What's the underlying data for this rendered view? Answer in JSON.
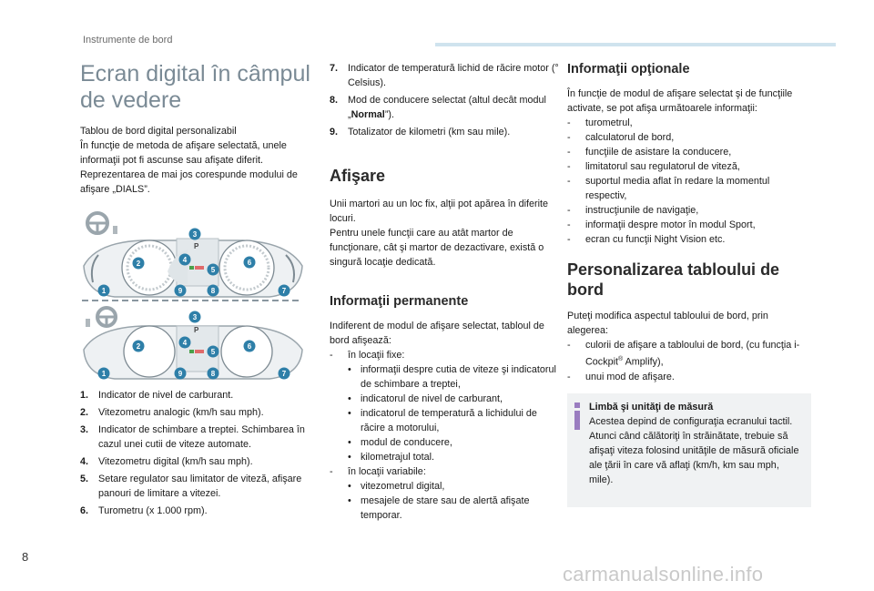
{
  "header": {
    "section": "Instrumente de bord",
    "page_number": "8"
  },
  "watermark": "carmanualsonline.info",
  "col1": {
    "title": "Ecran digital în câmpul de vedere",
    "intro": [
      "Tablou de bord digital personalizabil",
      "În funcţie de metoda de afişare selectată, unele informaţii pot fi ascunse sau afişate diferit.",
      "Reprezentarea de mai jos corespunde modului de afişare „DIALS”."
    ],
    "items": [
      {
        "n": "1.",
        "t": "Indicator de nivel de carburant."
      },
      {
        "n": "2.",
        "t": "Vitezometru analogic (km/h sau mph)."
      },
      {
        "n": "3.",
        "t": "Indicator de schimbare a treptei. Schimbarea în cazul unei cutii de viteze automate."
      },
      {
        "n": "4.",
        "t": "Vitezometru digital (km/h sau mph)."
      },
      {
        "n": "5.",
        "t": "Setare regulator sau limitator de viteză, afişare panouri de limitare a vitezei."
      },
      {
        "n": "6.",
        "t": "Turometru (x 1.000 rpm)."
      }
    ]
  },
  "col2": {
    "items": [
      {
        "n": "7.",
        "t": "Indicator de temperatură lichid de răcire motor (° Celsius)."
      },
      {
        "n": "8.",
        "pre": "Mod de conducere selectat (altul decât modul „",
        "bold": "Normal",
        "post": "”)."
      },
      {
        "n": "9.",
        "t": "Totalizator de kilometri (km sau mile)."
      }
    ],
    "afisare_title": "Afişare",
    "afisare_p1": "Unii martori au un loc fix, alţii pot apărea în diferite locuri.",
    "afisare_p2": "Pentru unele funcţii care au atât martor de funcţionare, cât şi martor de dezactivare, există o singură locaţie dedicată.",
    "perm_title": "Informaţii permanente",
    "perm_intro": "Indiferent de modul de afişare selectat, tabloul de bord afişează:",
    "fixed_label": "în locaţii fixe:",
    "fixed": [
      "informaţii despre cutia de viteze şi indicatorul de schimbare a treptei,",
      "indicatorul de nivel de carburant,",
      "indicatorul de temperatură a lichidului de răcire a motorului,",
      "modul de conducere,",
      "kilometrajul total."
    ],
    "variable_label": "în locaţii variabile:",
    "variable": [
      "vitezometrul digital,",
      "mesajele de stare sau de alertă afişate temporar."
    ]
  },
  "col3": {
    "opt_title": "Informaţii opţionale",
    "opt_intro": "În funcţie de modul de afişare selectat şi de funcţiile activate, se pot afişa următoarele informaţii:",
    "opt_items": [
      "turometrul,",
      "calculatorul de bord,",
      "funcţiile de asistare la conducere,",
      "limitatorul sau regulatorul de viteză,",
      "suportul media aflat în redare la momentul respectiv,",
      "instrucţiunile de navigaţie,",
      "informaţii despre motor în modul Sport,",
      "ecran cu funcţii Night Vision etc."
    ],
    "pers_title": "Personalizarea tabloului de bord",
    "pers_intro": "Puteţi modifica aspectul tabloului de bord, prin alegerea:",
    "pers_items": [
      {
        "pre": "culorii de afişare a tabloului de bord, (cu funcţia i-Cockpit",
        "sup": "®",
        "post": " Amplify),"
      },
      {
        "pre": "unui mod de afişare.",
        "sup": "",
        "post": ""
      }
    ],
    "box_title": "Limbă şi unităţi de măsură",
    "box_text": "Acestea depind de configuraţia ecranului tactil.",
    "box_text2": "Atunci când călătoriţi în străinătate, trebuie să afişaţi viteza folosind unităţile de măsură oficiale ale ţării în care vă aflaţi (km/h, km sau mph, mile)."
  },
  "diagram": {
    "callout_color": "#2e7fa8",
    "gear": "P",
    "labels": [
      "1",
      "2",
      "3",
      "4",
      "5",
      "6",
      "7",
      "8",
      "9"
    ]
  }
}
